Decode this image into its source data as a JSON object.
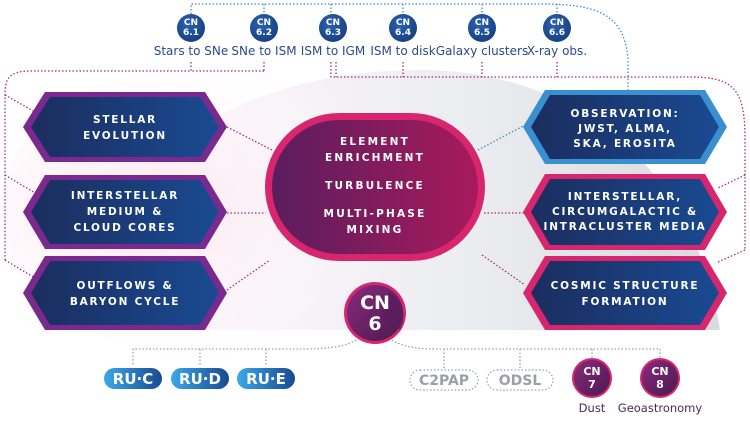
{
  "colors": {
    "navy": "#1d3a78",
    "navy_dark": "#1b2d5e",
    "purple_border": "#7a2a8e",
    "pink_border": "#d8266e",
    "blue_border": "#3a8fd0",
    "center_fill_left": "#5a1d5e",
    "center_fill_right": "#a81a5c",
    "center_border": "#d8266e",
    "badge_blue": "#1a4a90",
    "pill_blue_left": "#3aa0e0",
    "pill_blue_right": "#1a5aa0",
    "grey_dots": "#9aa0a8",
    "pink_dots": "#d8266e",
    "blue_dots": "#3a8fd0",
    "caption_blue": "#2a4a8a"
  },
  "top_badges": [
    {
      "badge": "CN",
      "number": "6.1",
      "caption": "Stars to SNe"
    },
    {
      "badge": "CN",
      "number": "6.2",
      "caption": "SNe to ISM"
    },
    {
      "badge": "CN",
      "number": "6.3",
      "caption": "ISM to IGM"
    },
    {
      "badge": "CN",
      "number": "6.4",
      "caption": "ISM to disk"
    },
    {
      "badge": "CN",
      "number": "6.5",
      "caption": "Galaxy clusters"
    },
    {
      "badge": "CN",
      "number": "6.6",
      "caption": "X-ray obs."
    }
  ],
  "left_boxes": [
    {
      "lines": [
        "STELLAR",
        "EVOLUTION"
      ]
    },
    {
      "lines": [
        "INTERSTELLAR",
        "MEDIUM &",
        "CLOUD CORES"
      ]
    },
    {
      "lines": [
        "OUTFLOWS &",
        "BARYON CYCLE"
      ]
    }
  ],
  "right_boxes": [
    {
      "lines": [
        "OBSERVATION:",
        "JWST, ALMA,",
        "SKA, EROSITA"
      ]
    },
    {
      "lines": [
        "INTERSTELLAR,",
        "CIRCUMGALACTIC &",
        "INTRACLUSTER MEDIA"
      ]
    },
    {
      "lines": [
        "COSMIC STRUCTURE",
        "FORMATION"
      ]
    }
  ],
  "center": {
    "lines": [
      "ELEMENT",
      "ENRICHMENT",
      "TURBULENCE",
      "MULTI-PHASE",
      "MIXING"
    ]
  },
  "main_badge": {
    "badge": "CN",
    "number": "6"
  },
  "research_units": [
    {
      "label": "RU·C"
    },
    {
      "label": "RU·D"
    },
    {
      "label": "RU·E"
    }
  ],
  "partners": [
    {
      "label": "C2PAP"
    },
    {
      "label": "ODSL"
    }
  ],
  "other_networks": [
    {
      "badge": "CN",
      "number": "7",
      "caption": "Dust"
    },
    {
      "badge": "CN",
      "number": "8",
      "caption": "Geoastronomy"
    }
  ]
}
